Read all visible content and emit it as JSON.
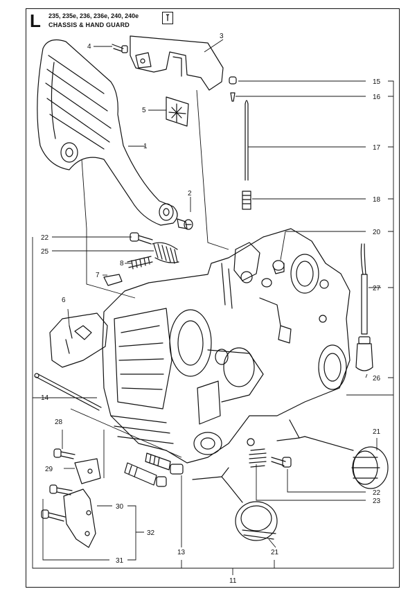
{
  "header": {
    "section_letter": "L",
    "models": "235, 235e, 236, 236e, 240, 240e",
    "title": "CHASSIS & HAND GUARD",
    "tool_icon": "wrench-icon"
  },
  "callouts": {
    "c1": "1",
    "c2": "2",
    "c3": "3",
    "c4": "4",
    "c5": "5",
    "c6": "6",
    "c7": "7",
    "c8": "8",
    "c11": "11",
    "c13": "13",
    "c14": "14",
    "c15": "15",
    "c16": "16",
    "c17": "17",
    "c18": "18",
    "c20": "20",
    "c21a": "21",
    "c21b": "21",
    "c22a": "22",
    "c22b": "22",
    "c23": "23",
    "c25": "25",
    "c26": "26",
    "c27": "27",
    "c28": "28",
    "c29": "29",
    "c30": "30",
    "c31": "31",
    "c32": "32"
  }
}
